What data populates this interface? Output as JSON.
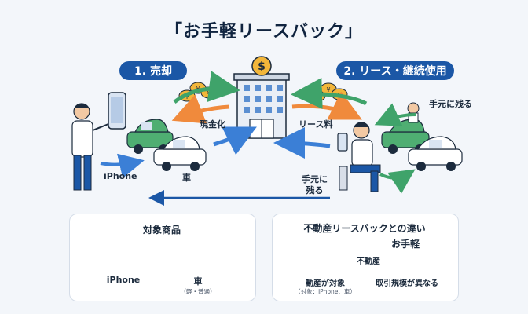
{
  "title": "「お手軽リースバック」",
  "steps": {
    "sell": "1. 売却",
    "lease": "2. リース・継続使用"
  },
  "labels": {
    "cash": "現金化",
    "lease_fee": "リース料",
    "keep_top": "手元に残る",
    "keep_bottom": "手元に\n残る",
    "iphone": "iPhone",
    "car": "車"
  },
  "icons": {
    "bank": "dollar-coin-icon",
    "yen": "yen-coin-icon"
  },
  "products": {
    "title": "対象商品",
    "iphone": "iPhone",
    "car": "車",
    "car_sub": "（軽・普通）"
  },
  "comparison": {
    "title": "不動産リースバックとの違い",
    "easy": "お手軽",
    "real_estate": "不動産",
    "left_caption": "動産が対象",
    "left_sub": "（対象：iPhone、車）",
    "right_caption": "取引規模が異なる"
  },
  "colors": {
    "navy": "#1b57a6",
    "green": "#3fa36a",
    "orange": "#f08a3c",
    "blue_arrow": "#3b7fd6",
    "coin": "#f2b63a"
  }
}
